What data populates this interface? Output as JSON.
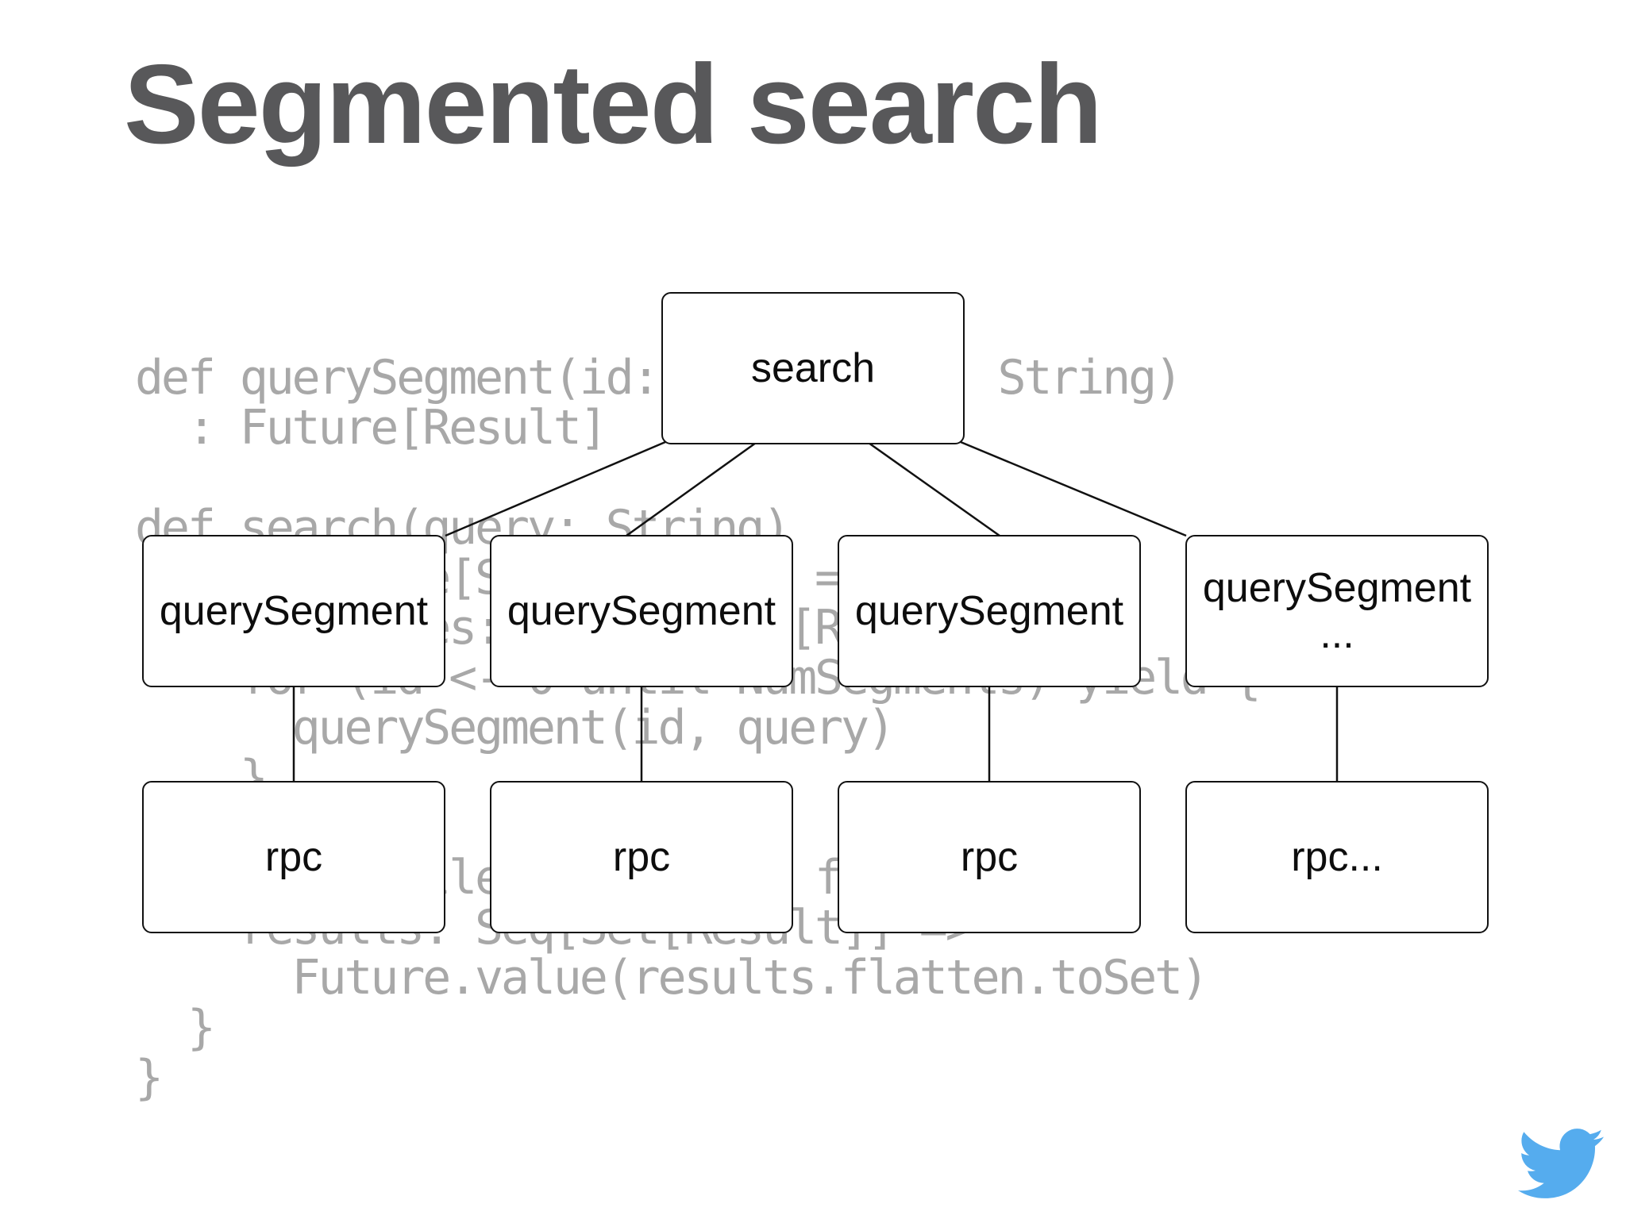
{
  "slide": {
    "title": "Segmented search"
  },
  "colors": {
    "background": "#ffffff",
    "title_text": "#58585a",
    "code_text": "#a8a8a8",
    "box_border": "#111111",
    "box_label_text": "#0d0d0d",
    "edge_line": "#111111",
    "twitter_blue": "#55acee"
  },
  "code": {
    "lines": [
      "def querySegment(id: Int, query: String)",
      "  : Future[Result]",
      "",
      "def search(query: String)",
      "    : Future[Set[Result]] = {",
      "      queries: Seq[Future[Result]] =",
      "    for (id <- 0 until NumSegments) yield {",
      "      querySegment(id, query)",
      "    }",
      "",
      "  Future.collect(queries) flatMap {",
      "    results: Seq[Set[Result]] =>",
      "      Future.value(results.flatten.toSet)",
      "  }",
      "}"
    ]
  },
  "diagram": {
    "root": {
      "label": "search"
    },
    "segment_nodes": [
      {
        "label": "querySegment",
        "ellipsis": ""
      },
      {
        "label": "querySegment",
        "ellipsis": ""
      },
      {
        "label": "querySegment",
        "ellipsis": ""
      },
      {
        "label": "querySegment",
        "ellipsis": "..."
      }
    ],
    "rpc_nodes": [
      {
        "label": "rpc"
      },
      {
        "label": "rpc"
      },
      {
        "label": "rpc"
      },
      {
        "label": "rpc..."
      }
    ]
  },
  "footer": {
    "logo_icon": "twitter-bird-icon"
  }
}
